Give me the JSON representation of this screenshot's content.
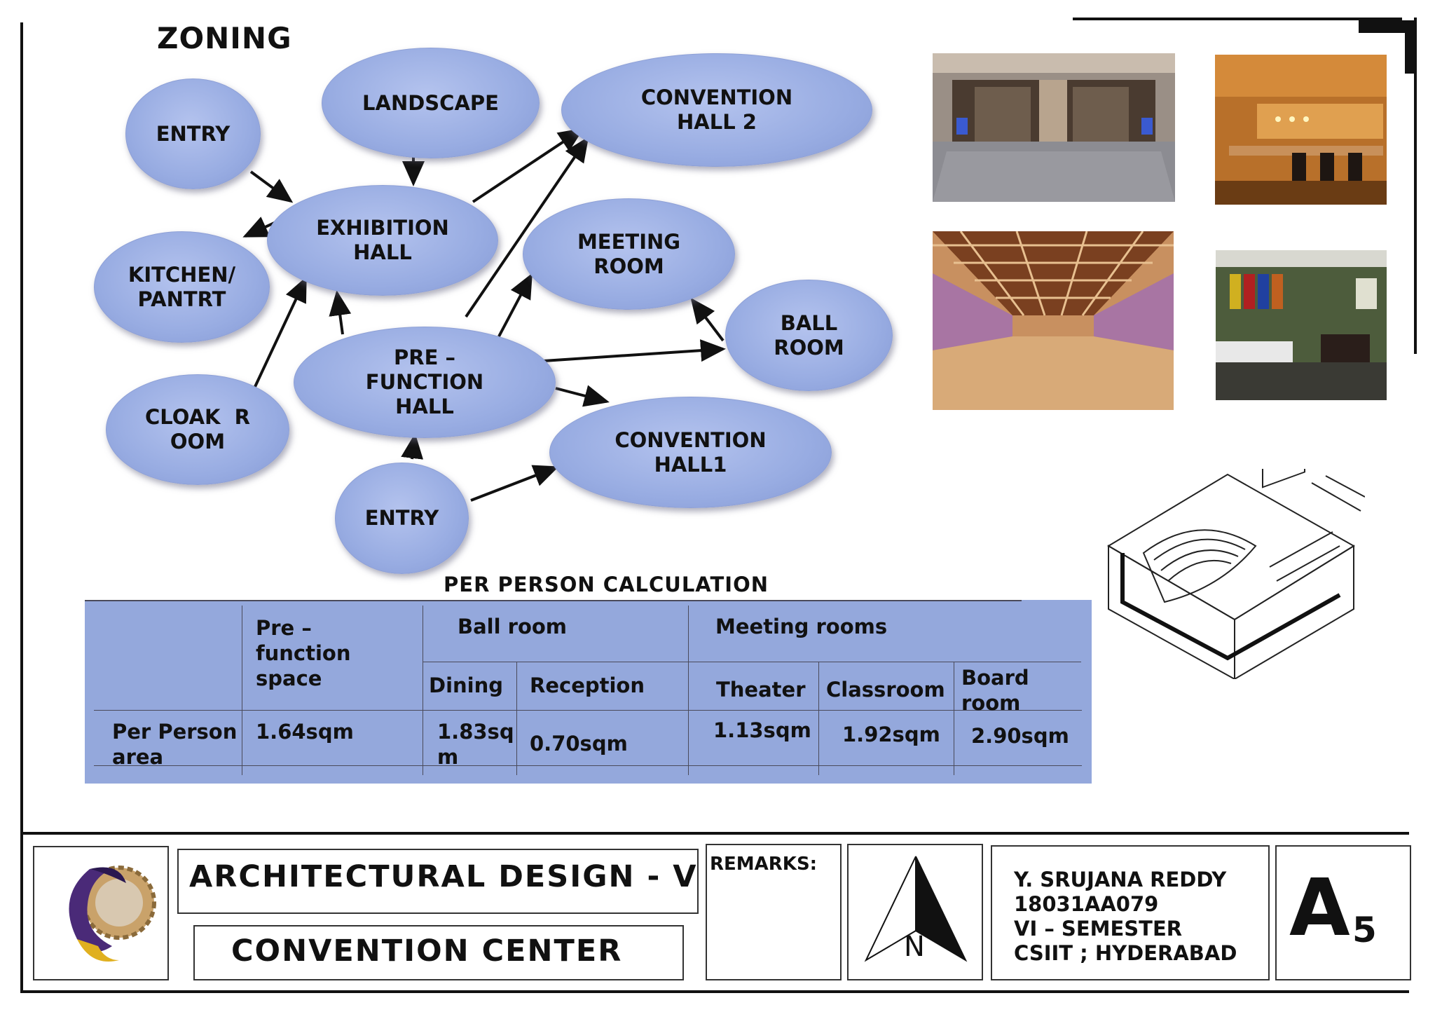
{
  "diagram": {
    "title": "ZONING",
    "nodes": [
      {
        "id": "landscape",
        "label": "LANDSCAPE"
      },
      {
        "id": "convention_hall_2",
        "label": "CONVENTION\nHALL 2"
      },
      {
        "id": "entry_top",
        "label": "ENTRY"
      },
      {
        "id": "exhibition_hall",
        "label": "EXHIBITION\nHALL"
      },
      {
        "id": "meeting_room",
        "label": "MEETING\nROOM"
      },
      {
        "id": "kitchen_pantry",
        "label": "KITCHEN/\nPANTRT"
      },
      {
        "id": "ball_room",
        "label": "BALL\nROOM"
      },
      {
        "id": "pre_function_hall",
        "label": "PRE –\nFUNCTION\nHALL"
      },
      {
        "id": "cloak_room",
        "label": "CLOAK  R\nOOM"
      },
      {
        "id": "convention_hall_1",
        "label": "CONVENTION\nHALL1"
      },
      {
        "id": "entry_bottom",
        "label": "ENTRY"
      }
    ],
    "edges": [
      {
        "from": "entry_top",
        "to": "exhibition_hall"
      },
      {
        "from": "landscape",
        "to": "exhibition_hall"
      },
      {
        "from": "exhibition_hall",
        "to": "kitchen_pantry"
      },
      {
        "from": "exhibition_hall",
        "to": "convention_hall_2"
      },
      {
        "from": "pre_function_hall",
        "to": "convention_hall_2"
      },
      {
        "from": "pre_function_hall",
        "to": "exhibition_hall"
      },
      {
        "from": "cloak_room",
        "to": "exhibition_hall"
      },
      {
        "from": "pre_function_hall",
        "to": "meeting_room"
      },
      {
        "from": "ball_room",
        "to": "meeting_room"
      },
      {
        "from": "pre_function_hall",
        "to": "ball_room"
      },
      {
        "from": "pre_function_hall",
        "to": "convention_hall_1"
      },
      {
        "from": "entry_bottom",
        "to": "pre_function_hall"
      },
      {
        "from": "entry_bottom",
        "to": "convention_hall_1"
      }
    ]
  },
  "photos": [
    {
      "name": "foyer-entrance-photo",
      "colors": [
        "#8a7a6a",
        "#5b4a3c",
        "#9a9aa0"
      ]
    },
    {
      "name": "green-room-photo",
      "colors": [
        "#c07a2a",
        "#7a4512",
        "#2a1a10"
      ]
    },
    {
      "name": "ballroom-interior-photo",
      "colors": [
        "#b07840",
        "#d8a070",
        "#6a3a20"
      ]
    },
    {
      "name": "lounge-room-photo",
      "colors": [
        "#4a5a3a",
        "#3a3a30",
        "#d8d8d0"
      ]
    }
  ],
  "calculation": {
    "heading": "PER PERSON CALCULATION",
    "headers": {
      "pre_function": "Pre –\nfunction\nspace",
      "ball_room": "Ball room",
      "meeting_rooms": "Meeting rooms",
      "dining": "Dining",
      "reception": "Reception",
      "theater": "Theater",
      "classroom": "Classroom",
      "board_room": "Board room"
    },
    "row_label": "Per Person\narea",
    "values": {
      "pre_function": "1.64sqm",
      "dining": "1.83sq\nm",
      "reception": "0.70sqm",
      "theater": "1.13sqm",
      "classroom": "1.92sqm",
      "board_room": "2.90sqm"
    }
  },
  "title_block": {
    "course": "ARCHITECTURAL DESIGN - V",
    "project": "CONVENTION CENTER",
    "remarks_label": "REMARKS:",
    "north_label": "N",
    "student_name": "Y. SRUJANA REDDY",
    "roll_number": "18031AA079",
    "semester": "VI – SEMESTER",
    "college": "CSIIT ; HYDERABAD",
    "sheet_letter": "A",
    "sheet_number": "5"
  }
}
